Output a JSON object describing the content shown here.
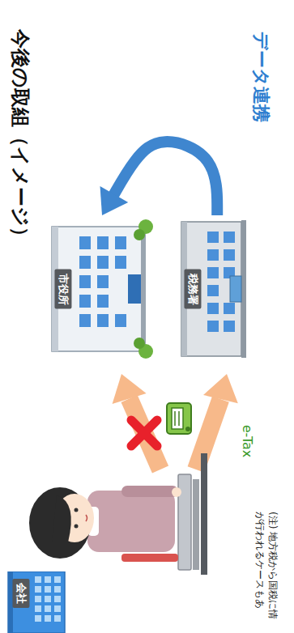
{
  "diagram": {
    "title": "今後の取組（イメージ）",
    "nodes": [
      {
        "text": [
          "市役所"
        ]
      },
      {
        "text": [
          "税務署"
        ]
      },
      {
        "text": [
          "会社"
        ]
      }
    ],
    "edges": [
      {
        "from": 1,
        "to": 0,
        "arrow": "to",
        "label": "データ連携"
      }
    ],
    "labels": [
      "e-Tax",
      "(注) 地方税から国税に情 が行われるケースもあ"
    ]
  }
}
